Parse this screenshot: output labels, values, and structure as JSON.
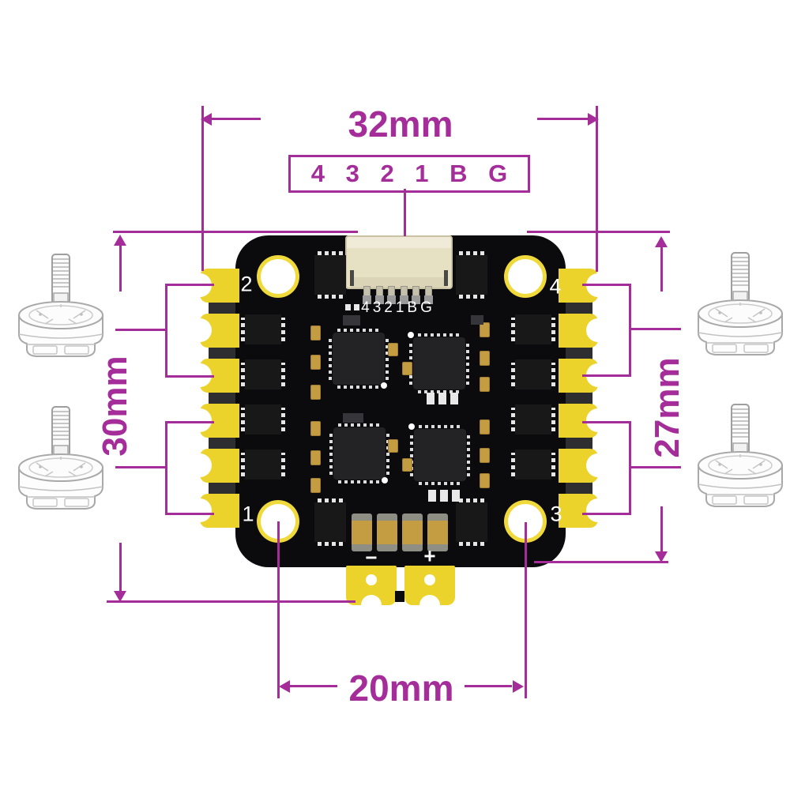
{
  "diagram": {
    "dim_width": "32mm",
    "dim_height_left": "30mm",
    "dim_height_right": "27mm",
    "dim_hole_spacing": "20mm",
    "pin_box_label": "4 3 2 1 B G",
    "silkscreen_label": "4321BG",
    "holes": {
      "top_left": "2",
      "top_right": "4",
      "bottom_left": "1",
      "bottom_right": "3"
    },
    "pads": {
      "negative": "−",
      "positive": "+"
    }
  },
  "icons": {
    "motor": "brushless-motor-outline-drawing"
  },
  "colors": {
    "dimension_magenta": "#A42D9A",
    "pcb_black": "#0B0B0D",
    "pad_yellow": "#EBD32B",
    "hole_ring_yellow": "#F0D93A",
    "connector_beige": "#E7E1C4",
    "capacitor_tan": "#C49C42",
    "silkscreen_white": "#FFFFFF"
  }
}
